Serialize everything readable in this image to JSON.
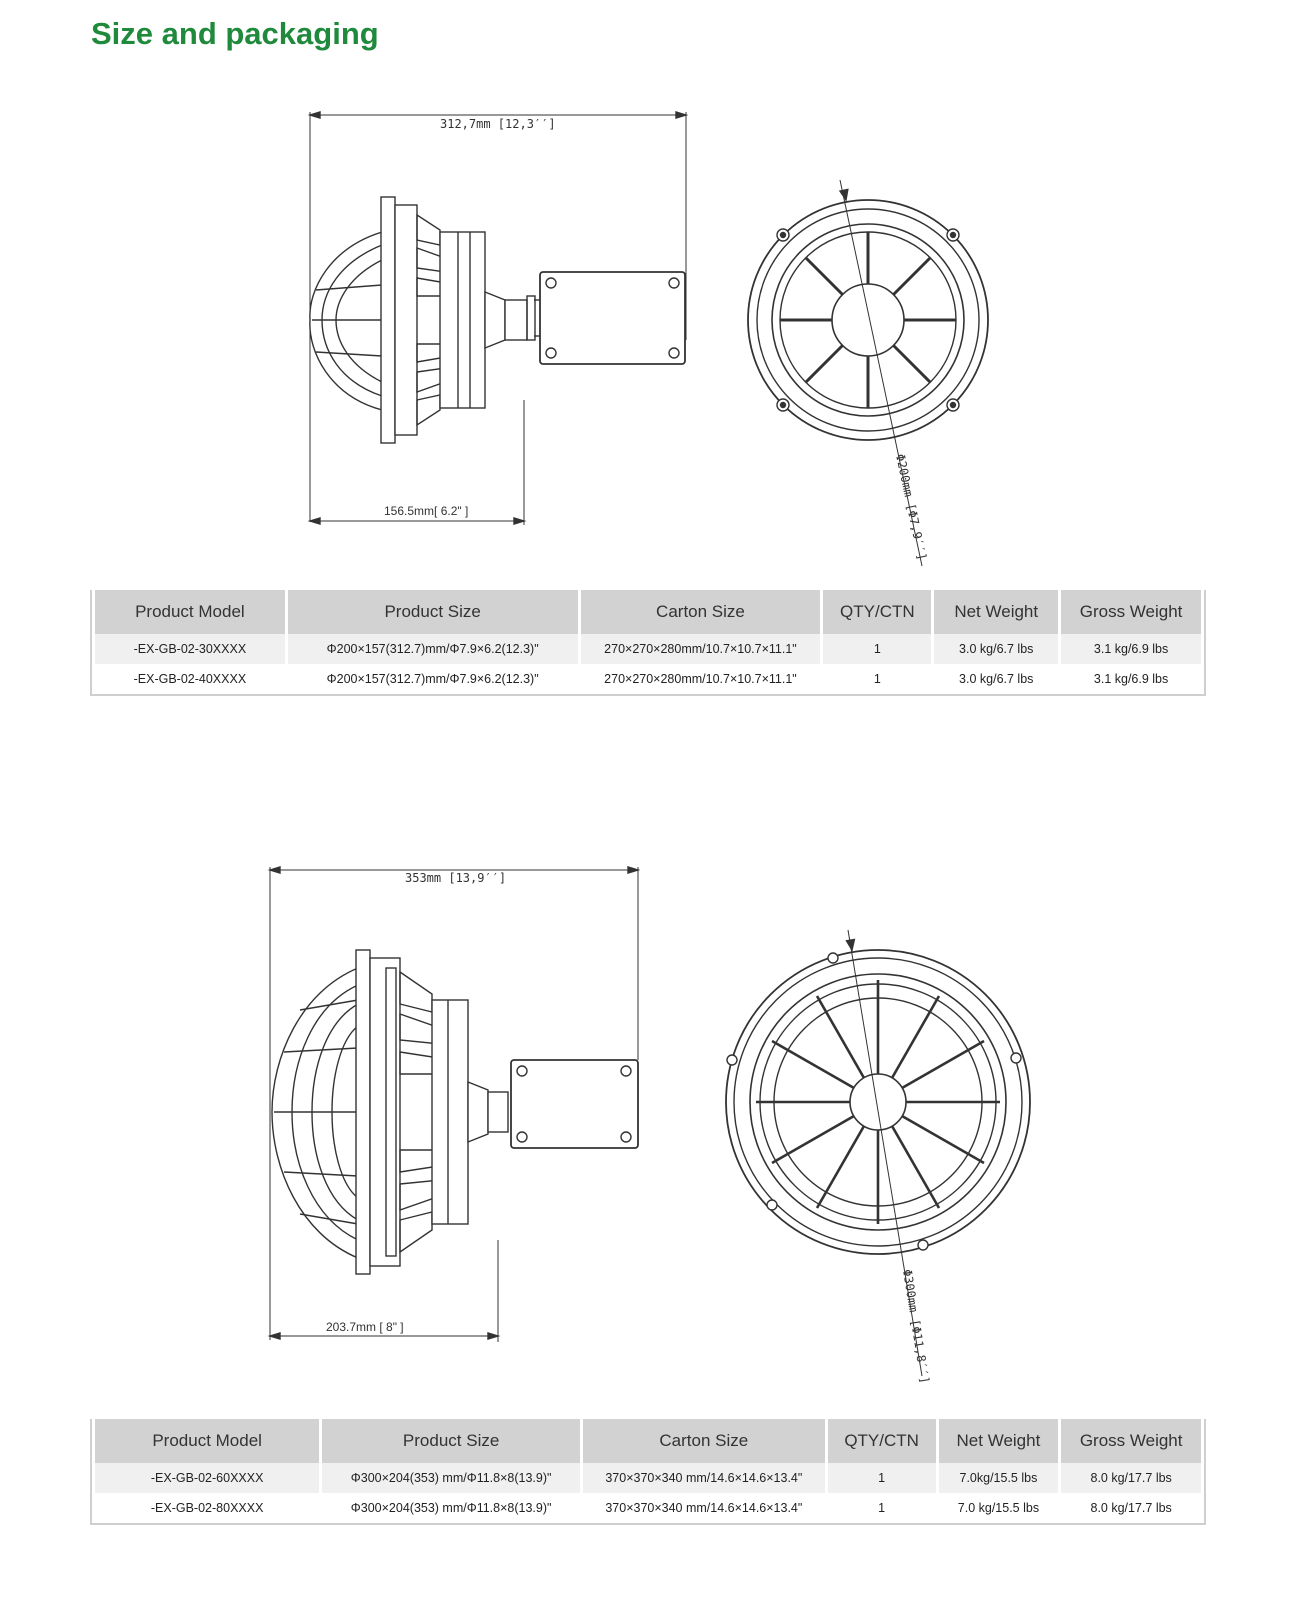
{
  "page": {
    "title": "Size and packaging"
  },
  "drawing1": {
    "overall_length": "312,7mm [12,3′′]",
    "body_length": "156.5mm[ 6.2\" ]",
    "diameter": "Φ200mm [Φ7,9′′]"
  },
  "drawing2": {
    "overall_length": "353mm [13,9′′]",
    "body_length": "203.7mm [ 8\" ]",
    "diameter": "Φ300mm [Φ11,8′′]"
  },
  "table_headers": [
    "Product Model",
    "Product Size",
    "Carton Size",
    "QTY/CTN",
    "Net Weight",
    "Gross Weight"
  ],
  "table1": {
    "rows": [
      [
        "-EX-GB-02-30XXXX",
        "Φ200×157(312.7)mm/Φ7.9×6.2(12.3)\"",
        "270×270×280mm/10.7×10.7×11.1\"",
        "1",
        "3.0 kg/6.7 lbs",
        "3.1 kg/6.9 lbs"
      ],
      [
        "-EX-GB-02-40XXXX",
        "Φ200×157(312.7)mm/Φ7.9×6.2(12.3)\"",
        "270×270×280mm/10.7×10.7×11.1\"",
        "1",
        "3.0 kg/6.7 lbs",
        "3.1 kg/6.9 lbs"
      ]
    ]
  },
  "table2": {
    "rows": [
      [
        "-EX-GB-02-60XXXX",
        "Φ300×204(353) mm/Φ11.8×8(13.9)\"",
        "370×370×340 mm/14.6×14.6×13.4\"",
        "1",
        "7.0kg/15.5 lbs",
        "8.0 kg/17.7 lbs"
      ],
      [
        "-EX-GB-02-80XXXX",
        "Φ300×204(353) mm/Φ11.8×8(13.9)\"",
        "370×370×340 mm/14.6×14.6×13.4\"",
        "1",
        "7.0 kg/15.5 lbs",
        "8.0 kg/17.7 lbs"
      ]
    ]
  }
}
